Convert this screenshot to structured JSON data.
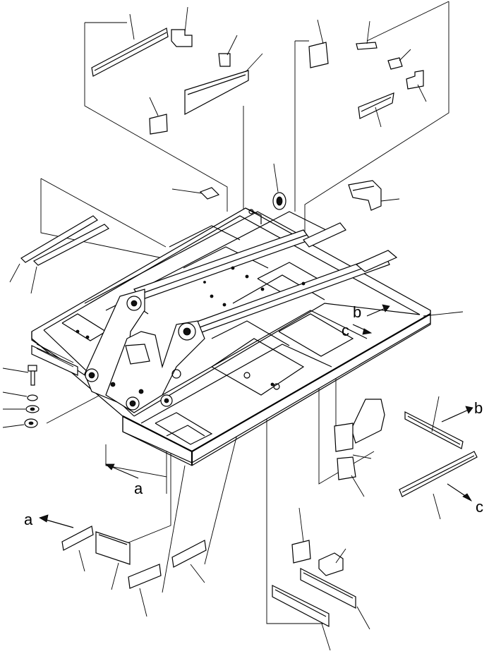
{
  "diagram": {
    "type": "exploded-parts-view",
    "labels": [
      {
        "id": "arrow-a-top",
        "text": "a"
      },
      {
        "id": "arrow-a-bottom",
        "text": "a"
      },
      {
        "id": "arrow-b-frame",
        "text": "b"
      },
      {
        "id": "arrow-b-right",
        "text": "b"
      },
      {
        "id": "arrow-c-frame",
        "text": "c"
      },
      {
        "id": "arrow-c-right",
        "text": "c"
      }
    ]
  }
}
